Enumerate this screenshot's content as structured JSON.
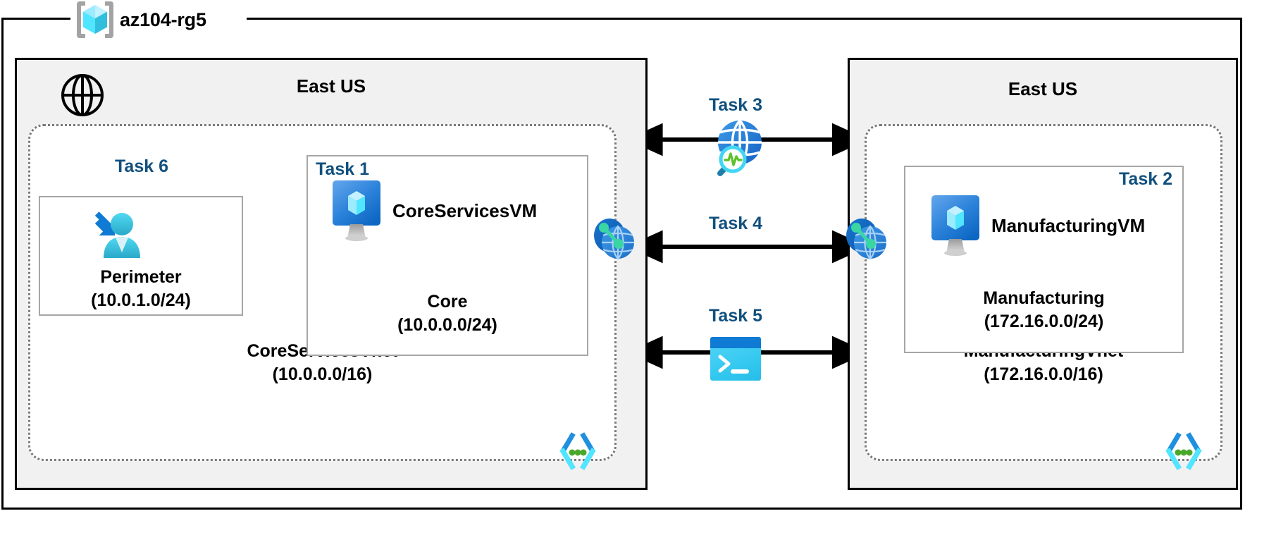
{
  "resource_group": {
    "name": "az104-rg5",
    "icon": "resource-group-cube-icon"
  },
  "regions": [
    {
      "id": "left",
      "title": "East US"
    },
    {
      "id": "right",
      "title": "East US"
    }
  ],
  "vnets": [
    {
      "id": "core",
      "name": "CoreServicesVnet",
      "cidr": "(10.0.0.0/16)",
      "corner_icon": "code-brackets-icon"
    },
    {
      "id": "manufacturing",
      "name": "ManufacturingVnet",
      "cidr": "(172.16.0.0/16)",
      "corner_icon": "code-brackets-icon"
    }
  ],
  "subnets": [
    {
      "id": "perimeter",
      "task": "Task 6",
      "name": "Perimeter",
      "cidr": "(10.0.1.0/24)",
      "icon": "bastion-user-icon"
    },
    {
      "id": "core",
      "task": "Task 1",
      "name": "Core",
      "cidr": "(10.0.0.0/24)",
      "vm_name": "CoreServicesVM",
      "icon": "virtual-machine-icon"
    },
    {
      "id": "manufacturing",
      "task": "Task 2",
      "name": "Manufacturing",
      "cidr": "(172.16.0.0/24)",
      "vm_name": "ManufacturingVM",
      "icon": "virtual-machine-icon"
    }
  ],
  "connections": [
    {
      "id": "task3",
      "task": "Task 3",
      "icon": "network-watcher-icon",
      "direction": "bidirectional"
    },
    {
      "id": "task4",
      "task": "Task 4",
      "icon": "vnet-peering-icon",
      "direction": "bidirectional"
    },
    {
      "id": "task5",
      "task": "Task 5",
      "icon": "cloud-shell-icon",
      "direction": "bidirectional"
    }
  ],
  "standalone_icons": [
    {
      "id": "internet",
      "icon": "internet-globe-icon"
    },
    {
      "id": "peer-left",
      "icon": "vnet-peering-icon"
    },
    {
      "id": "peer-right",
      "icon": "vnet-peering-icon"
    }
  ],
  "colors": {
    "task_label": "#11507e",
    "region_fill": "#f1f1f1",
    "vnet_border": "#7a7a7a",
    "subnet_border": "#a6a6a6",
    "azure_blue": "#0f7bd4",
    "azure_cyan": "#50e6ff",
    "peering_green": "#39d6a4",
    "code_green": "#4aa72a"
  }
}
